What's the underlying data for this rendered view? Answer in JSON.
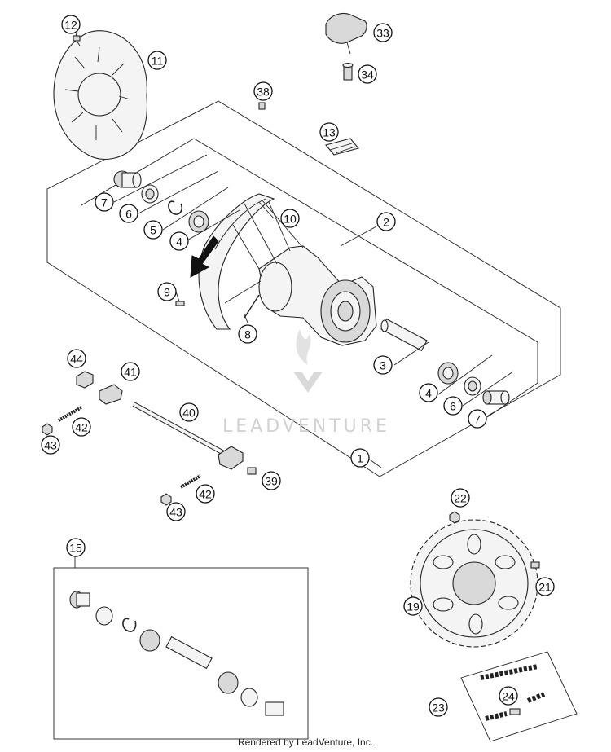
{
  "diagram": {
    "watermark": "LEADVENTURE",
    "footer": "Rendered by LeadVenture, Inc.",
    "callouts": [
      "1",
      "2",
      "3",
      "4",
      "4",
      "5",
      "6",
      "6",
      "7",
      "7",
      "8",
      "9",
      "10",
      "11",
      "12",
      "13",
      "15",
      "19",
      "21",
      "22",
      "23",
      "24",
      "33",
      "34",
      "38",
      "39",
      "40",
      "41",
      "42",
      "42",
      "43",
      "43",
      "44"
    ]
  }
}
